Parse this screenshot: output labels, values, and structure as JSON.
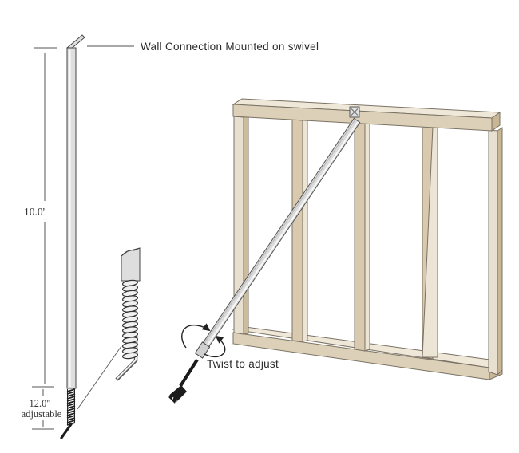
{
  "diagram": {
    "type": "technical-illustration",
    "subject": "Adjustable wall brace pole with swivel wall connection, threaded adjustable end, and framed stud wall installation view",
    "annotations": {
      "wall_connection_label": "Wall Connection Mounted on swivel",
      "twist_label": "Twist to adjust"
    },
    "dimensions": {
      "pole_height": "10.0'",
      "adjustable_value": "12.0\"",
      "adjustable_word": "adjustable"
    },
    "icons": {
      "rotation_arrows": "curved twist arrows around brace tube",
      "dimension_ticks": "horizontal end ticks on vertical dimension lines"
    },
    "colors": {
      "background": "#ffffff",
      "wood_front": "#ddd0b8",
      "wood_top": "#efe8d9",
      "wood_side": "#c9b695",
      "stud_front": "#d9c9ae",
      "stud_side_highlight": "#ece4d4",
      "pole_gray": "#dedede",
      "thread_dark": "#222222",
      "outline": "#555555",
      "text": "#2a2a2a"
    }
  }
}
